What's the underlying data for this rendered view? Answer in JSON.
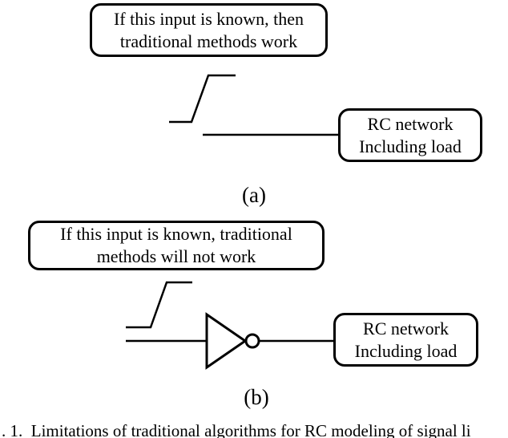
{
  "figure": {
    "part_a": {
      "callout": {
        "line1": "If this input is known, then",
        "line2": "traditional methods work"
      },
      "rc_box": {
        "line1": "RC network",
        "line2": "Including load"
      },
      "label": "(a)"
    },
    "part_b": {
      "callout": {
        "line1": "If this input is known, traditional",
        "line2": "methods will not work"
      },
      "rc_box": {
        "line1": "RC network",
        "line2": "Including load"
      },
      "label": "(b)"
    },
    "caption": ". 1.  Limitations of traditional algorithms for RC modeling of signal li",
    "icons": {
      "ramp_a": "ramp-input-signal-icon",
      "ramp_b": "ramp-input-signal-icon",
      "inverter": "inverter-gate-icon",
      "inverter_bubble": "inverter-bubble-icon"
    },
    "colors": {
      "stroke": "#000000",
      "background": "#ffffff",
      "text": "#000000"
    }
  }
}
